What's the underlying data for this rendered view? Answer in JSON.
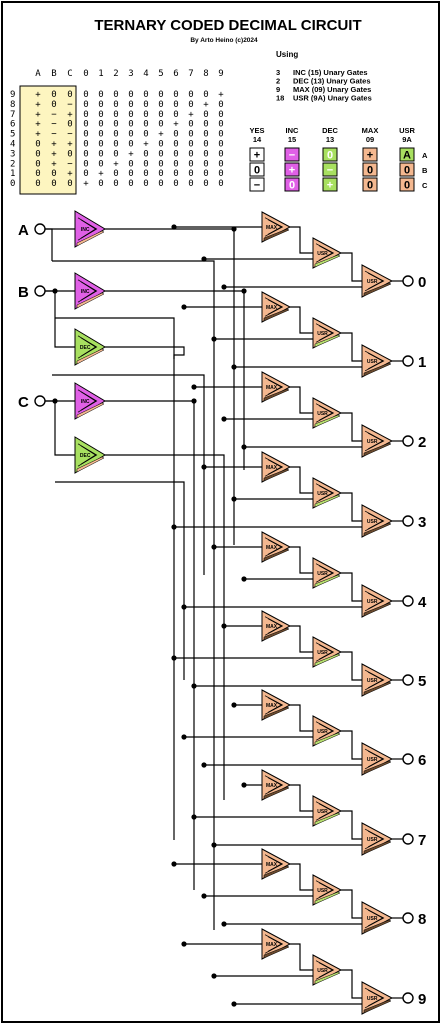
{
  "title": "TERNARY CODED DECIMAL CIRCUIT",
  "byline": "By Arto Heino (c)2024",
  "using": {
    "heading": "Using",
    "lines": [
      {
        "count": "3",
        "text": "INC (15) Unary Gates"
      },
      {
        "count": "2",
        "text": "DEC (13) Unary Gates"
      },
      {
        "count": "9",
        "text": "MAX (09) Unary Gates"
      },
      {
        "count": "18",
        "text": "USR (9A) Unary Gates"
      }
    ]
  },
  "truth_table": {
    "input_headers": [
      "A",
      "B",
      "C"
    ],
    "output_headers": [
      "0",
      "1",
      "2",
      "3",
      "4",
      "5",
      "6",
      "7",
      "8",
      "9"
    ],
    "rows": [
      {
        "digit": "9",
        "abc": [
          "+",
          "0",
          "0"
        ],
        "out": [
          "0",
          "0",
          "0",
          "0",
          "0",
          "0",
          "0",
          "0",
          "0",
          "+"
        ]
      },
      {
        "digit": "8",
        "abc": [
          "+",
          "0",
          "−"
        ],
        "out": [
          "0",
          "0",
          "0",
          "0",
          "0",
          "0",
          "0",
          "0",
          "+",
          "0"
        ]
      },
      {
        "digit": "7",
        "abc": [
          "+",
          "−",
          "+"
        ],
        "out": [
          "0",
          "0",
          "0",
          "0",
          "0",
          "0",
          "0",
          "+",
          "0",
          "0"
        ]
      },
      {
        "digit": "6",
        "abc": [
          "+",
          "−",
          "0"
        ],
        "out": [
          "0",
          "0",
          "0",
          "0",
          "0",
          "0",
          "+",
          "0",
          "0",
          "0"
        ]
      },
      {
        "digit": "5",
        "abc": [
          "+",
          "−",
          "−"
        ],
        "out": [
          "0",
          "0",
          "0",
          "0",
          "0",
          "+",
          "0",
          "0",
          "0",
          "0"
        ]
      },
      {
        "digit": "4",
        "abc": [
          "0",
          "+",
          "+"
        ],
        "out": [
          "0",
          "0",
          "0",
          "0",
          "+",
          "0",
          "0",
          "0",
          "0",
          "0"
        ]
      },
      {
        "digit": "3",
        "abc": [
          "0",
          "+",
          "0"
        ],
        "out": [
          "0",
          "0",
          "0",
          "+",
          "0",
          "0",
          "0",
          "0",
          "0",
          "0"
        ]
      },
      {
        "digit": "2",
        "abc": [
          "0",
          "+",
          "−"
        ],
        "out": [
          "0",
          "0",
          "+",
          "0",
          "0",
          "0",
          "0",
          "0",
          "0",
          "0"
        ]
      },
      {
        "digit": "1",
        "abc": [
          "0",
          "0",
          "+"
        ],
        "out": [
          "0",
          "+",
          "0",
          "0",
          "0",
          "0",
          "0",
          "0",
          "0",
          "0"
        ]
      },
      {
        "digit": "0",
        "abc": [
          "0",
          "0",
          "0"
        ],
        "out": [
          "+",
          "0",
          "0",
          "0",
          "0",
          "0",
          "0",
          "0",
          "0",
          "0"
        ]
      }
    ]
  },
  "legend": {
    "columns": [
      {
        "name": "YES",
        "code": "14",
        "values": [
          "+",
          "0",
          "−"
        ],
        "color": "#ffffff"
      },
      {
        "name": "INC",
        "code": "15",
        "values": [
          "−",
          "+",
          "0"
        ],
        "color": "#e060e6"
      },
      {
        "name": "DEC",
        "code": "13",
        "values": [
          "0",
          "−",
          "+"
        ],
        "color": "#a8e060"
      },
      {
        "name": "MAX",
        "code": "09",
        "values": [
          "+",
          "0",
          "0"
        ],
        "color": "#f4b890"
      },
      {
        "name": "USR",
        "code": "9A",
        "values": [
          "A",
          "0",
          "0"
        ],
        "color": "#f4b890"
      }
    ],
    "row_labels": [
      "A",
      "B",
      "C"
    ]
  },
  "inputs": [
    "A",
    "B",
    "C"
  ],
  "outputs": [
    "0",
    "1",
    "2",
    "3",
    "4",
    "5",
    "6",
    "7",
    "8",
    "9"
  ],
  "gate_labels": {
    "inc": "INC",
    "dec": "DEC",
    "max": "MAX",
    "usr": "USR"
  },
  "colors": {
    "inc": "#e060e6",
    "dec": "#a8e060",
    "max": "#f4b890",
    "usr_green": "#b8e070",
    "table_bg": "#fdf5c0",
    "usr_header": "#a8e060"
  }
}
